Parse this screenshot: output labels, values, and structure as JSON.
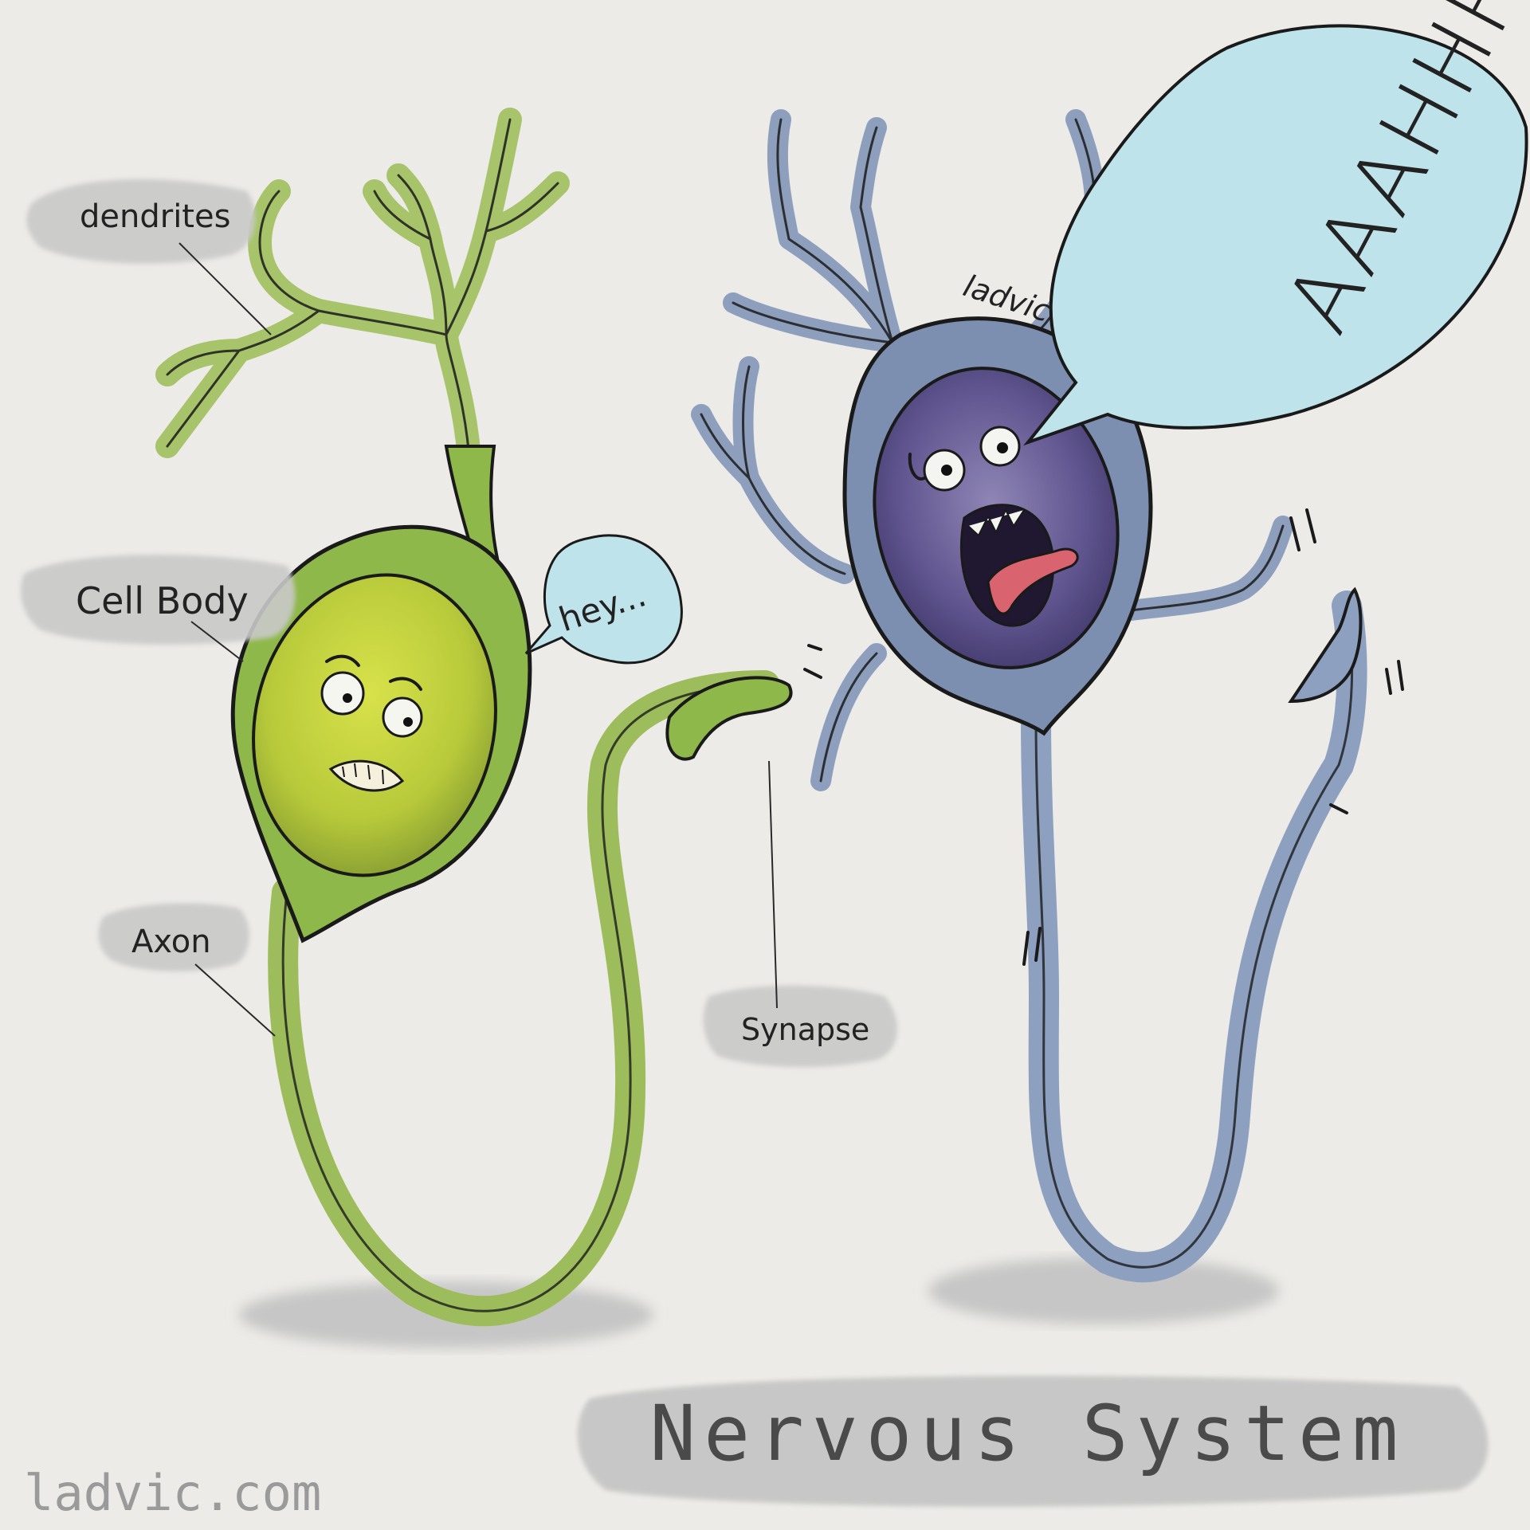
{
  "labels": {
    "dendrites": "dendrites",
    "cell_body": "Cell Body",
    "axon": "Axon",
    "synapse": "Synapse"
  },
  "speech": {
    "green_neuron": "hey...",
    "blue_neuron": "AAAHHHH"
  },
  "signature": "ladvic",
  "title": "Nervous System",
  "watermark": "ladvic.com",
  "colors": {
    "background": "#ecebe7",
    "green_neuron": "#8fb84a",
    "green_nucleus": "#c9d84a",
    "blue_neuron": "#7d8fb0",
    "blue_nucleus": "#5c4f8a",
    "speech_bubble": "#bfe3ea",
    "label_wash": "#c9c9c9"
  }
}
